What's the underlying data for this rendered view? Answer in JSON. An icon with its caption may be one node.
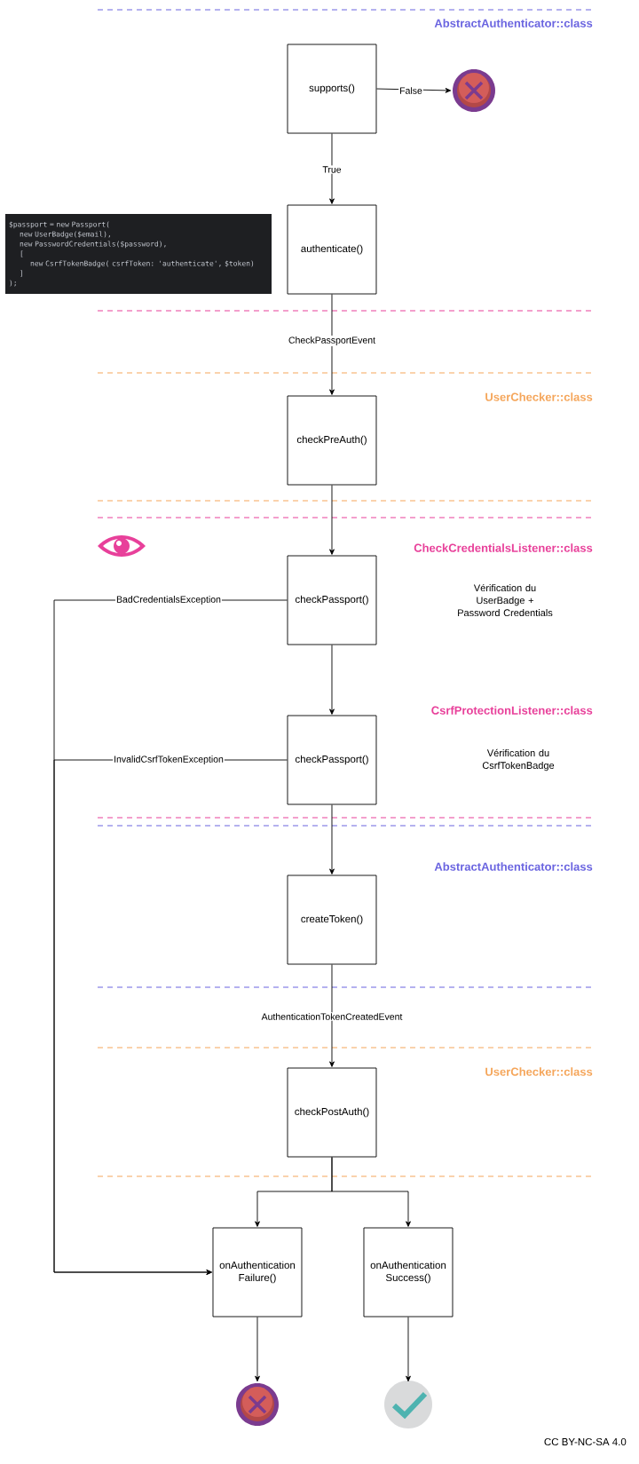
{
  "diagram": {
    "nodes": [
      {
        "text": [
          "supports()"
        ]
      },
      {
        "text": [],
        "shape": "circle"
      },
      {
        "text": [
          "authenticate()"
        ]
      },
      {
        "text": [
          "checkPreAuth()"
        ]
      },
      {
        "text": [
          "checkPassport()"
        ]
      },
      {
        "text": [
          "checkPassport()"
        ]
      },
      {
        "text": [
          "createToken()"
        ]
      },
      {
        "text": [
          "checkPostAuth()"
        ]
      },
      {
        "text": [
          "onAuthentication Failure()"
        ]
      },
      {
        "text": [
          "onAuthentication Success()"
        ]
      },
      {
        "text": [],
        "shape": "circle"
      },
      {
        "text": [],
        "shape": "circle"
      },
      {
        "text": [
          "$passport = new Passport(",
          "new UserBadge($email),",
          "new PasswordCredentials($password),",
          "[",
          "new CsrfTokenBadge( csrfToken: 'authenticate', $token)",
          "]",
          ");"
        ]
      }
    ],
    "edges": [
      {
        "from": 0,
        "to": 1,
        "arrow": "to",
        "label": "False"
      },
      {
        "from": 0,
        "to": 2,
        "arrow": "to",
        "label": "True"
      },
      {
        "from": 2,
        "to": 3,
        "arrow": "to",
        "label": "CheckPassportEvent"
      },
      {
        "from": 3,
        "to": 4,
        "arrow": "to"
      },
      {
        "from": 4,
        "to": 5,
        "arrow": "to"
      },
      {
        "from": 5,
        "to": 6,
        "arrow": "to"
      },
      {
        "from": 6,
        "to": 7,
        "arrow": "to",
        "label": "AuthenticationTokenCreatedEvent"
      },
      {
        "from": 7,
        "to": 8,
        "arrow": "to"
      },
      {
        "from": 7,
        "to": 9,
        "arrow": "to"
      },
      {
        "from": 4,
        "to": 8,
        "arrow": "to",
        "label": "BadCredentialsException"
      },
      {
        "from": 5,
        "to": 8,
        "arrow": "to",
        "label": "InvalidCsrfTokenException"
      },
      {
        "from": 8,
        "to": 10,
        "arrow": "to"
      },
      {
        "from": 9,
        "to": 11,
        "arrow": "to"
      }
    ],
    "labels": [
      "AbstractAuthenticator::class",
      "UserChecker::class",
      "CheckCredentialsListener::class",
      "Vérification du UserBadge + Password Credentials",
      "CsrfProtectionListener::class",
      "Vérification du CsrfTokenBadge",
      "AbstractAuthenticator::class",
      "UserChecker::class",
      "CC BY-NC-SA 4.0"
    ]
  }
}
